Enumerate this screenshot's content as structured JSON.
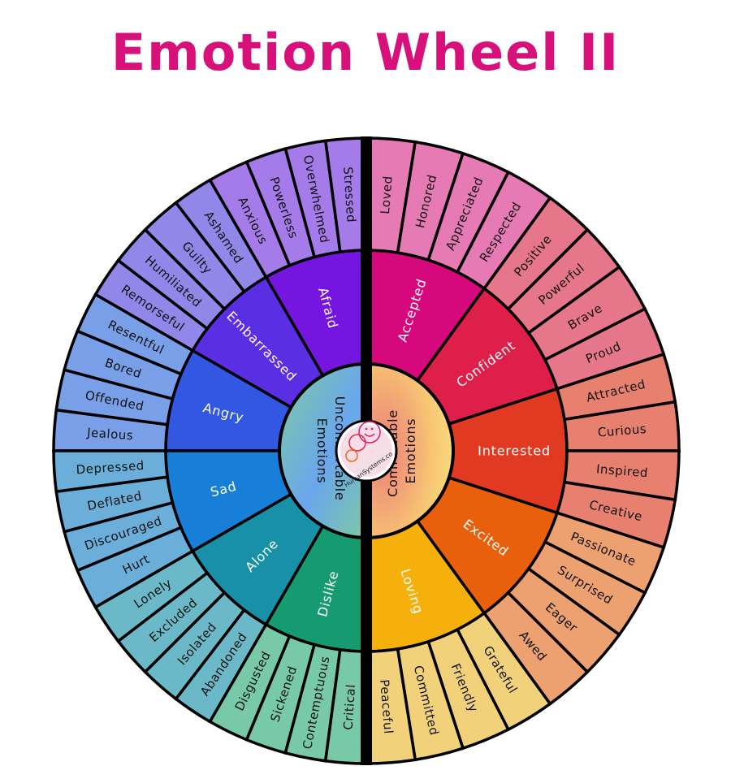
{
  "title": "Emotion Wheel II",
  "colors": {
    "title": "#d8107a"
  },
  "center": {
    "left_label": [
      "Uncomfortable",
      "Emotions"
    ],
    "right_label": [
      "Comfortable",
      "Emotions"
    ],
    "logo_text": "HumanSystems.co"
  },
  "comfortable": [
    {
      "name": "Accepted",
      "color": "#d5087c",
      "child_color": "#e57ab4",
      "children": [
        "Loved",
        "Honored",
        "Appreciated",
        "Respected"
      ]
    },
    {
      "name": "Confident",
      "color": "#de1f4a",
      "child_color": "#e6778a",
      "children": [
        "Positive",
        "Powerful",
        "Brave",
        "Proud"
      ]
    },
    {
      "name": "Interested",
      "color": "#e23a22",
      "child_color": "#e8806f",
      "children": [
        "Attracted",
        "Curious",
        "Inspired",
        "Creative"
      ]
    },
    {
      "name": "Excited",
      "color": "#e8600c",
      "child_color": "#eda171",
      "children": [
        "Passionate",
        "Surprised",
        "Eager",
        "Awed"
      ]
    },
    {
      "name": "Loving",
      "color": "#f5b00b",
      "child_color": "#f1d27b",
      "children": [
        "Grateful",
        "Friendly",
        "Committed",
        "Peaceful"
      ]
    }
  ],
  "uncomfortable": [
    {
      "name": "Afraid",
      "color": "#7416e0",
      "child_color": "#a57ae9",
      "children": [
        "Stressed",
        "Overwhelmed",
        "Powerless",
        "Anxious"
      ]
    },
    {
      "name": "Embarrassed",
      "color": "#5a2ee3",
      "child_color": "#9087e8",
      "children": [
        "Ashamed",
        "Guilty",
        "Humiliated",
        "Remorseful"
      ]
    },
    {
      "name": "Angry",
      "color": "#3157e3",
      "child_color": "#789fe8",
      "children": [
        "Resentful",
        "Bored",
        "Offended",
        "Jealous"
      ]
    },
    {
      "name": "Sad",
      "color": "#177fd7",
      "child_color": "#6aaed9",
      "children": [
        "Depressed",
        "Deflated",
        "Discouraged",
        "Hurt"
      ]
    },
    {
      "name": "Alone",
      "color": "#1790a8",
      "child_color": "#6bb8c8",
      "children": [
        "Lonely",
        "Excluded",
        "Isolated",
        "Abandoned"
      ]
    },
    {
      "name": "Dislike",
      "color": "#169a6f",
      "child_color": "#78c9a8",
      "children": [
        "Disgusted",
        "Sickened",
        "Contemptuous",
        "Critical"
      ]
    }
  ]
}
